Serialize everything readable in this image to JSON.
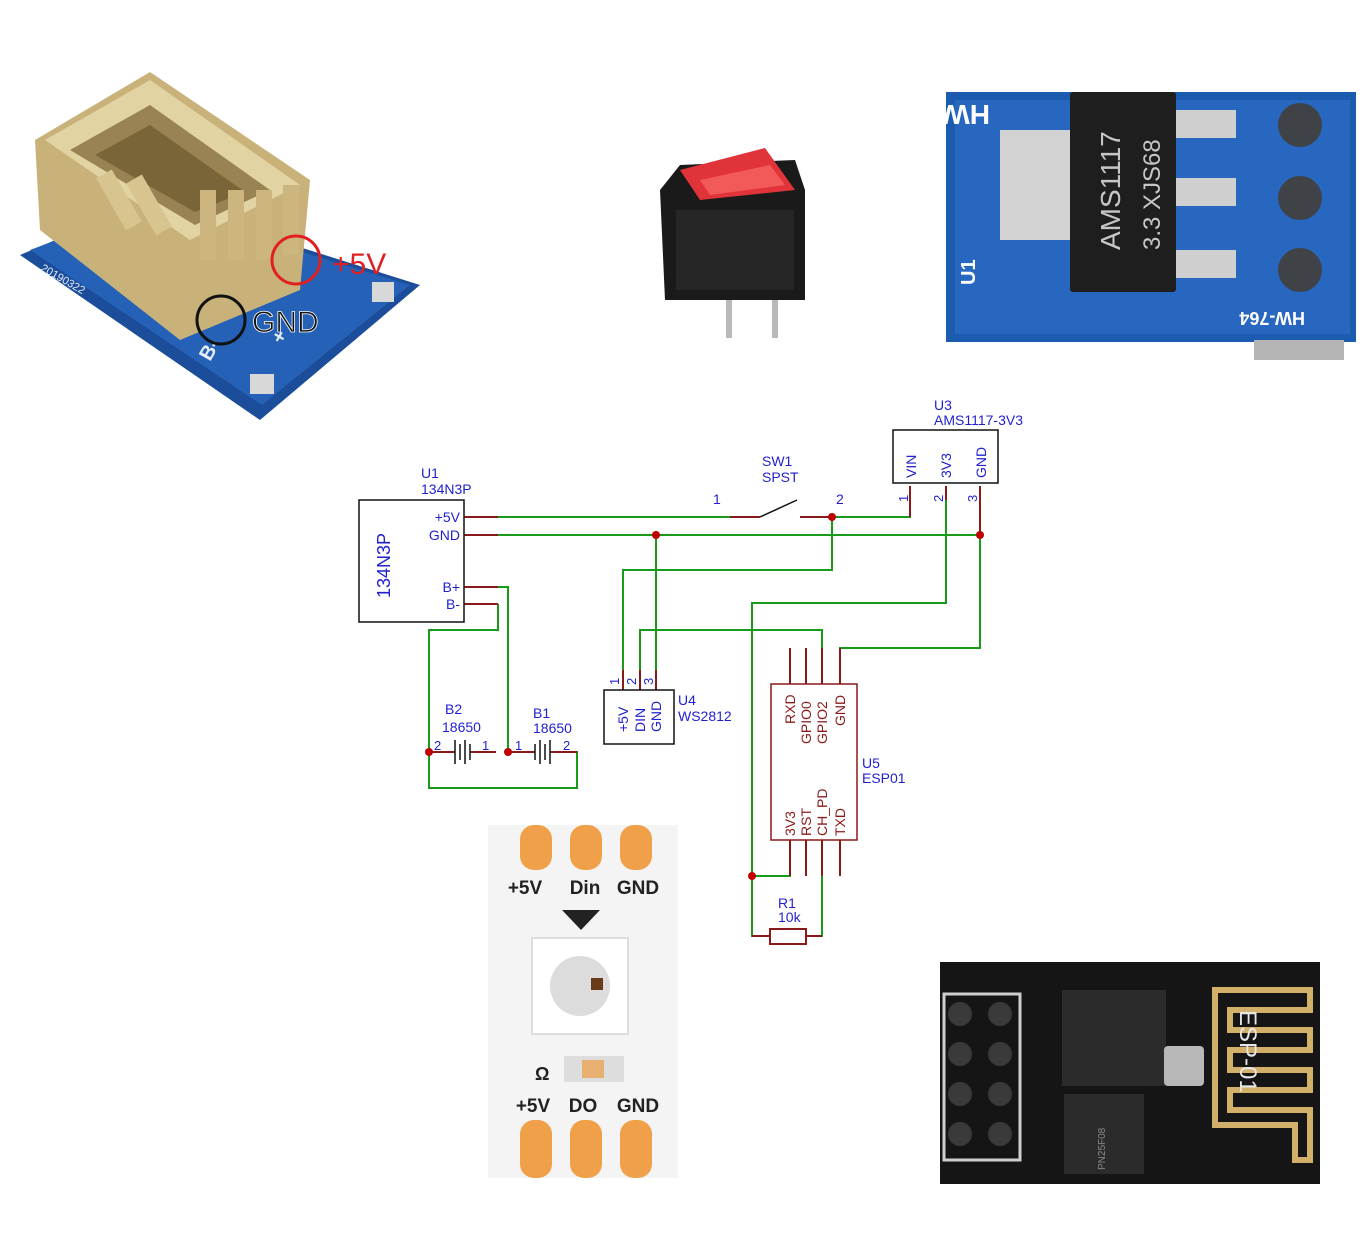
{
  "photos": {
    "charger": {
      "plus5v_callout": "+5V",
      "gnd_callout": "GND",
      "pcb_code": "20190322",
      "pin_b_minus": "B-",
      "pin_b_plus": "+"
    },
    "regulator": {
      "chip_line1": "AMS1117",
      "chip_line2": "3.3  XJS68",
      "board_code": "HW-764",
      "ref": "U1",
      "logo": "HW"
    },
    "led_strip": {
      "top_pins": [
        "+5V",
        "Din",
        "GND"
      ],
      "bottom_pins": [
        "+5V",
        "DO",
        "GND"
      ],
      "cap_mark": "Ω"
    },
    "esp01": {
      "label": "ESP-01",
      "flash_code": "PN25F08"
    }
  },
  "schematic": {
    "U1": {
      "ref": "U1",
      "value": "134N3P",
      "body": "134N3P",
      "pins": [
        "+5V",
        "GND",
        "B+",
        "B-"
      ]
    },
    "U3": {
      "ref": "U3",
      "value": "AMS1117-3V3",
      "pins": [
        "VIN",
        "3V3",
        "GND"
      ],
      "pin_numbers": [
        "1",
        "2",
        "3"
      ]
    },
    "SW1": {
      "ref": "SW1",
      "value": "SPST",
      "pin_numbers": [
        "1",
        "2"
      ]
    },
    "U4": {
      "ref": "U4",
      "value": "WS2812",
      "pins": [
        "+5V",
        "DIN",
        "GND"
      ],
      "pin_numbers": [
        "1",
        "2",
        "3"
      ]
    },
    "U5": {
      "ref": "U5",
      "value": "ESP01",
      "top_pins": [
        "RXD",
        "GPIO0",
        "GPIO2",
        "GND"
      ],
      "bottom_pins": [
        "3V3",
        "RST",
        "CH_PD",
        "TXD"
      ]
    },
    "B1": {
      "ref": "B1",
      "value": "18650",
      "pin_numbers": [
        "1",
        "2"
      ]
    },
    "B2": {
      "ref": "B2",
      "value": "18650",
      "pin_numbers": [
        "2",
        "1"
      ]
    },
    "R1": {
      "ref": "R1",
      "value": "10k"
    }
  },
  "colors": {
    "wire": "#1a9a1a",
    "junction": "#c00000",
    "symbol": "#8a1a1a",
    "label": "#1f1fd0"
  }
}
